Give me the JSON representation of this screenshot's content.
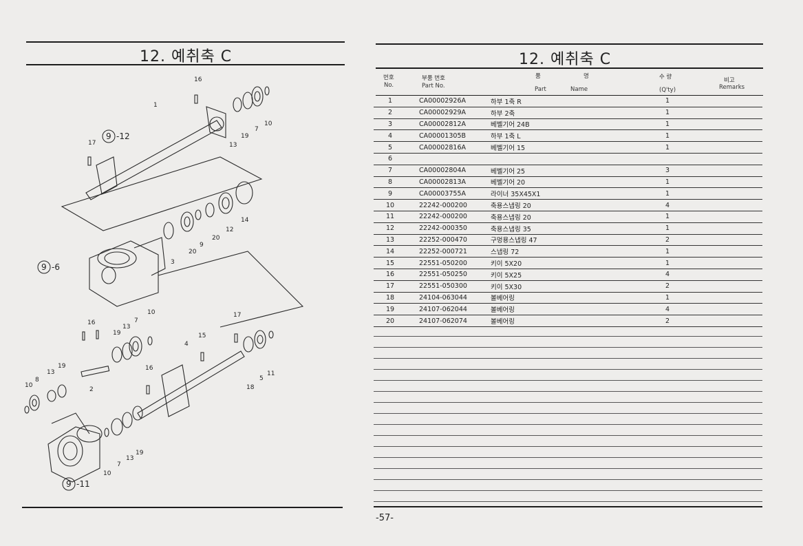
{
  "left_page": {
    "title": "12. 예취축 C",
    "diagram_labels": {
      "ref_9_12": "9",
      "ref_9_12_suffix": "-12",
      "ref_9_6": "9",
      "ref_9_6_suffix": "-6",
      "ref_9_11": "9",
      "ref_9_11_suffix": "-11",
      "callouts": [
        "16",
        "1",
        "13",
        "19",
        "7",
        "10",
        "17",
        "14",
        "12",
        "20",
        "9",
        "20",
        "3",
        "16",
        "19",
        "13",
        "7",
        "10",
        "17",
        "15",
        "4",
        "16",
        "2",
        "13",
        "19",
        "10",
        "8",
        "18",
        "5",
        "11",
        "19",
        "13",
        "7",
        "10"
      ]
    }
  },
  "right_page": {
    "title": "12. 예취축 C",
    "headers": {
      "no_ko": "번호",
      "no_en": "No.",
      "pn_ko": "부품 번호",
      "pn_en": "Part No.",
      "name_ko_1": "품",
      "name_ko_2": "명",
      "name_en_1": "Part",
      "name_en_2": "Name",
      "qty_ko": "수 량",
      "qty_en": "(Q'ty)",
      "rem_ko": "비고",
      "rem_en": "Remarks"
    },
    "rows": [
      {
        "no": "1",
        "pn": "CA00002926A",
        "name": "하부 1축 R",
        "qty": "1"
      },
      {
        "no": "2",
        "pn": "CA00002929A",
        "name": "하부 2축",
        "qty": "1"
      },
      {
        "no": "3",
        "pn": "CA00002812A",
        "name": "베벨기어 24B",
        "qty": "1"
      },
      {
        "no": "4",
        "pn": "CA00001305B",
        "name": "하부 1축 L",
        "qty": "1"
      },
      {
        "no": "5",
        "pn": "CA00002816A",
        "name": "베벨기어 15",
        "qty": "1"
      },
      {
        "no": "6",
        "pn": "",
        "name": "",
        "qty": ""
      },
      {
        "no": "7",
        "pn": "CA00002804A",
        "name": "베벨기어 25",
        "qty": "3"
      },
      {
        "no": "8",
        "pn": "CA00002813A",
        "name": "베벨기어 20",
        "qty": "1"
      },
      {
        "no": "9",
        "pn": "CA00003755A",
        "name": "라이너 35X45X1",
        "qty": "1"
      },
      {
        "no": "10",
        "pn": "22242-000200",
        "name": "축용스냅링 20",
        "qty": "4"
      },
      {
        "no": "11",
        "pn": "22242-000200",
        "name": "축용스냅링 20",
        "qty": "1"
      },
      {
        "no": "12",
        "pn": "22242-000350",
        "name": "축용스냅링 35",
        "qty": "1"
      },
      {
        "no": "13",
        "pn": "22252-000470",
        "name": "구멍용스냅링 47",
        "qty": "2"
      },
      {
        "no": "14",
        "pn": "22252-000721",
        "name": "스냅링 72",
        "qty": "1"
      },
      {
        "no": "15",
        "pn": "22551-050200",
        "name": "키이 5X20",
        "qty": "1"
      },
      {
        "no": "16",
        "pn": "22551-050250",
        "name": "키이 5X25",
        "qty": "4"
      },
      {
        "no": "17",
        "pn": "22551-050300",
        "name": "키이 5X30",
        "qty": "2"
      },
      {
        "no": "18",
        "pn": "24104-063044",
        "name": "볼베어링",
        "qty": "1"
      },
      {
        "no": "19",
        "pn": "24107-062044",
        "name": "볼베어링",
        "qty": "4"
      },
      {
        "no": "20",
        "pn": "24107-062074",
        "name": "볼베어링",
        "qty": "2"
      }
    ],
    "page_number": "-57-"
  }
}
